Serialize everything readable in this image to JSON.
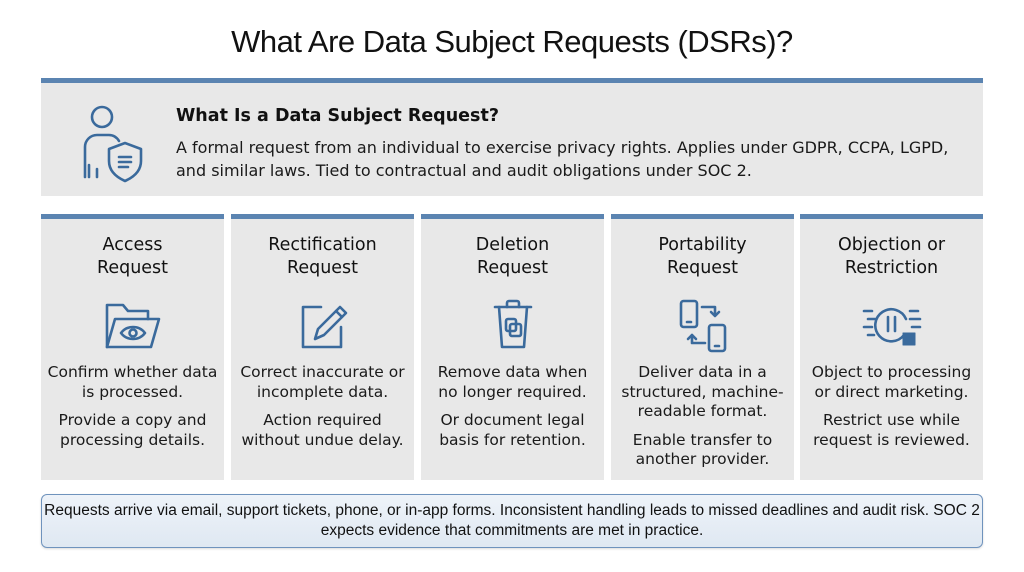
{
  "title": "What Are Data Subject Requests (DSRs)?",
  "colors": {
    "accent": "#5b84b1",
    "icon": "#3a6a9c",
    "panel_bg": "#e8e8e8",
    "footer_bg": "#e6edf5"
  },
  "intro": {
    "icon": "person-shield-icon",
    "heading": "What Is a Data Subject Request?",
    "body": "A formal request from an individual to exercise privacy rights. Applies under GDPR, CCPA, LGPD, and similar laws. Tied to contractual and audit obligations under SOC 2."
  },
  "cards": [
    {
      "title_line1": "Access",
      "title_line2": "Request",
      "icon": "folder-eye-icon",
      "desc1": "Confirm whether data is processed.",
      "desc2": "Provide a copy and processing details."
    },
    {
      "title_line1": "Rectification",
      "title_line2": "Request",
      "icon": "edit-pencil-icon",
      "desc1": "Correct inaccurate or incomplete data.",
      "desc2": "Action required without undue delay."
    },
    {
      "title_line1": "Deletion",
      "title_line2": "Request",
      "icon": "trash-icon",
      "desc1": "Remove data when no longer required.",
      "desc2": "Or document legal basis for retention."
    },
    {
      "title_line1": "Portability",
      "title_line2": "Request",
      "icon": "device-transfer-icon",
      "desc1": "Deliver data in a structured, machine-readable format.",
      "desc2": "Enable transfer to another provider."
    },
    {
      "title_line1": "Objection or",
      "title_line2": "Restriction",
      "icon": "pause-stop-icon",
      "desc1": "Object to processing or direct marketing.",
      "desc2": "Restrict use while request is reviewed."
    }
  ],
  "footer": {
    "text": "Requests arrive via email, support tickets, phone, or in-app forms. Inconsistent handling leads to missed deadlines and audit risk. SOC 2 expects evidence that commitments are met in practice."
  }
}
